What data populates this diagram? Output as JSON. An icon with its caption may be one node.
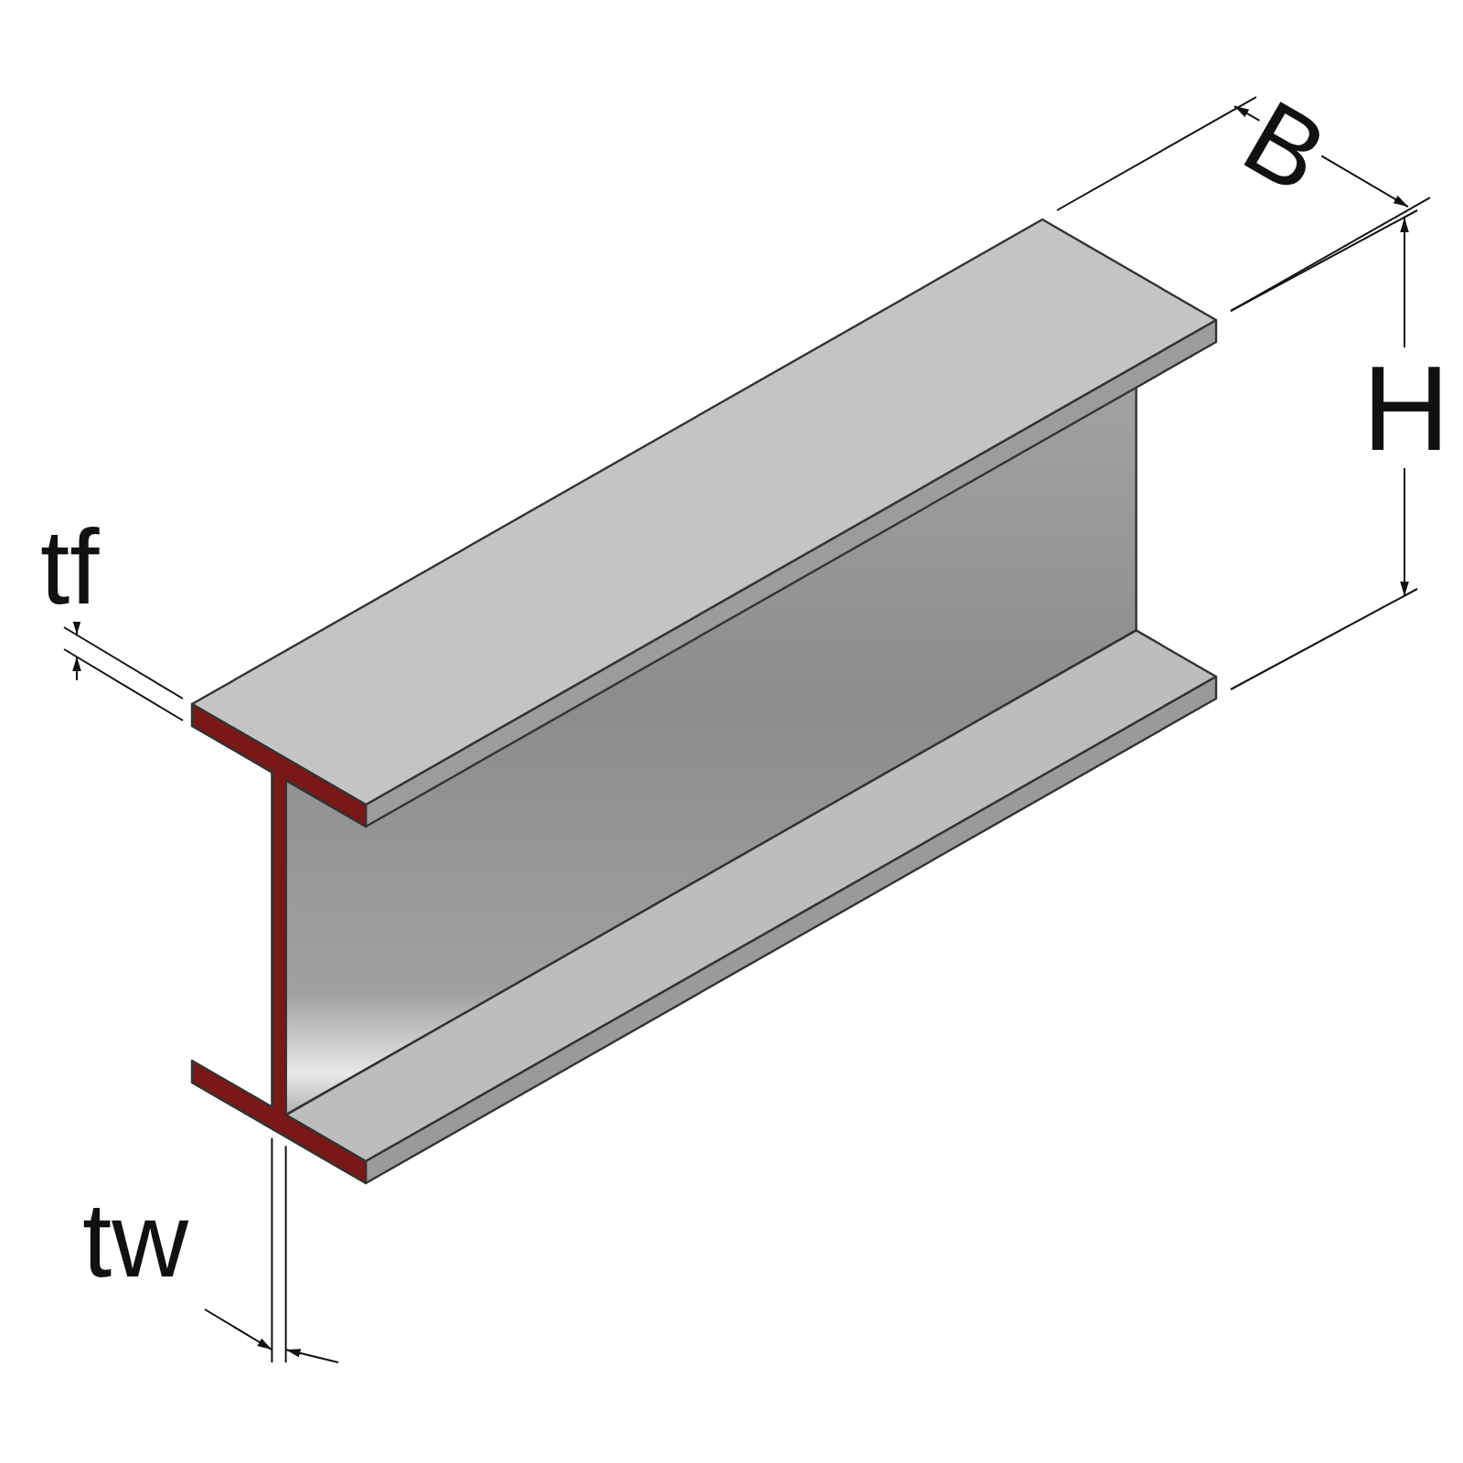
{
  "diagram": {
    "labels": [
      "B",
      "H",
      "tf",
      "tw"
    ]
  }
}
